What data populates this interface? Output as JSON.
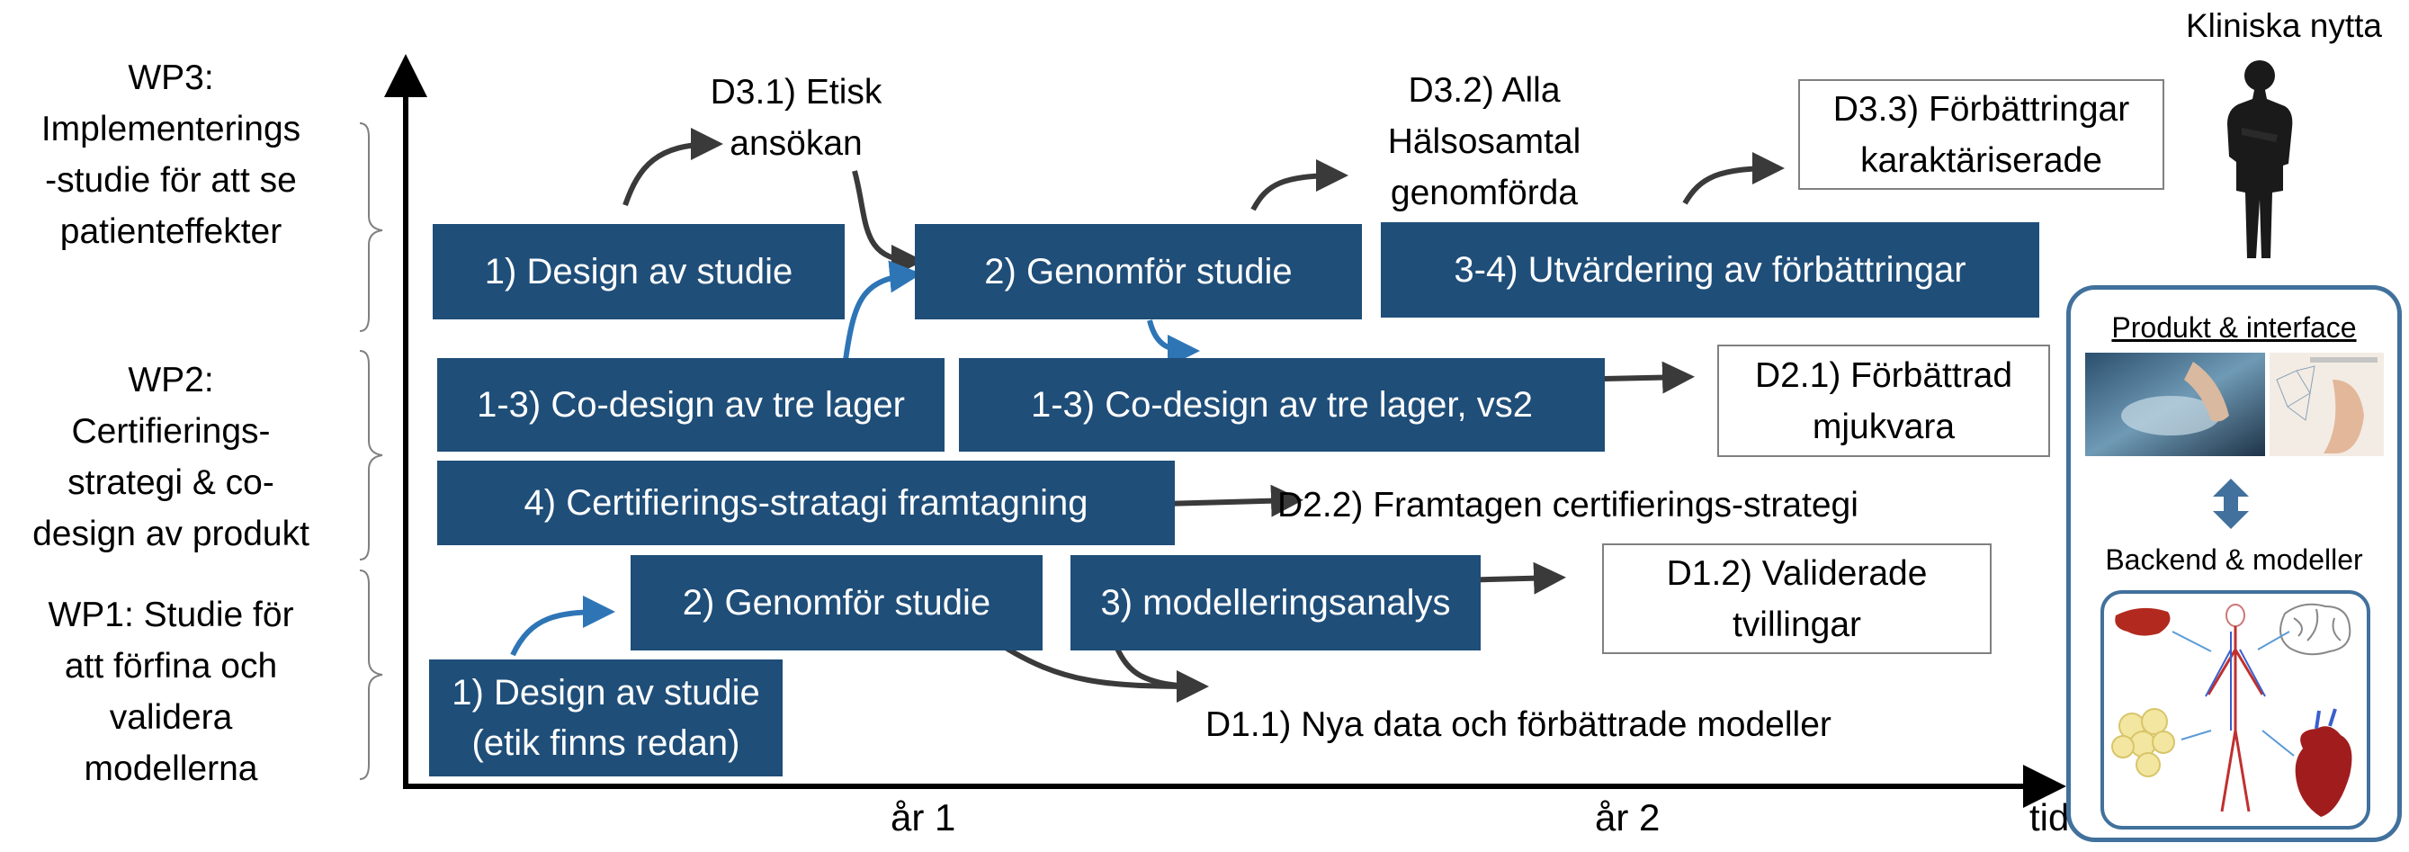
{
  "wp_labels": {
    "wp3": [
      "WP3:",
      "Implementerings",
      "-studie för att se",
      "patienteffekter"
    ],
    "wp2": [
      "WP2:",
      "Certifierings-",
      "strategi & co-",
      "design av produkt"
    ],
    "wp1": [
      "WP1: Studie för",
      "att förfina och",
      "validera",
      "modellerna"
    ]
  },
  "boxes": {
    "wp3_design": "1) Design av studie",
    "wp3_genomfor": "2) Genomför studie",
    "wp3_utvardering": "3-4) Utvärdering av förbättringar",
    "wp2_codesign": "1-3) Co-design av tre lager",
    "wp2_codesign_vs2": "1-3) Co-design av tre lager, vs2",
    "wp2_cert": "4) Certifierings-stratagi framtagning",
    "wp1_genomfor": "2) Genomför studie",
    "wp1_model": "3) modelleringsanalys",
    "wp1_design_l1": "1) Design av studie",
    "wp1_design_l2": "(etik finns redan)"
  },
  "deliverables": {
    "d31": [
      "D3.1) Etisk",
      "ansökan"
    ],
    "d32": [
      "D3.2) Alla",
      "Hälsosamtal",
      "genomförda"
    ],
    "d33": [
      "D3.3) Förbättringar",
      "karaktäriserade"
    ],
    "d21": [
      "D2.1) Förbättrad",
      "mjukvara"
    ],
    "d22": "D2.2) Framtagen certifierings-strategi",
    "d12": [
      "D1.2) Validerade",
      "tvillingar"
    ],
    "d11": "D1.1) Nya data och förbättrade modeller"
  },
  "axis": {
    "year1": "år 1",
    "year2": "år 2",
    "time": "tid"
  },
  "right_panel": {
    "top_label": "Kliniska nytta",
    "product_label": "Produkt & interface",
    "backend_label": "Backend & modeller"
  },
  "colors": {
    "box_fill": "#1f4e79",
    "arrow": "#3a3a3a",
    "blue_arrow": "#2e75b6",
    "panel_border": "#41719c"
  }
}
